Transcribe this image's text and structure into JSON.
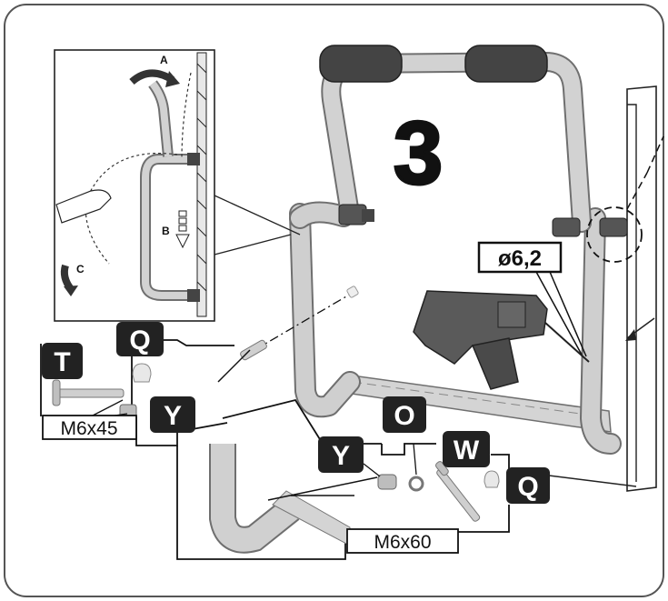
{
  "step": {
    "number": "3"
  },
  "parts": {
    "t": "T",
    "q1": "Q",
    "y1": "Y",
    "o": "O",
    "y2": "Y",
    "w": "W",
    "q2": "Q"
  },
  "bolts": {
    "m6x45": "M6x45",
    "m6x60": "M6x60"
  },
  "drill": {
    "diameter": "ø6,2"
  },
  "inset": {
    "arrow_a": "A",
    "arrow_b": "B",
    "arrow_c": "C"
  },
  "colors": {
    "tube": "#c9c9c9",
    "tube_edge": "#6f6f6f",
    "foam": "#444444",
    "drill": "#5a5a5a",
    "badge": "#222222",
    "line": "#111111"
  }
}
